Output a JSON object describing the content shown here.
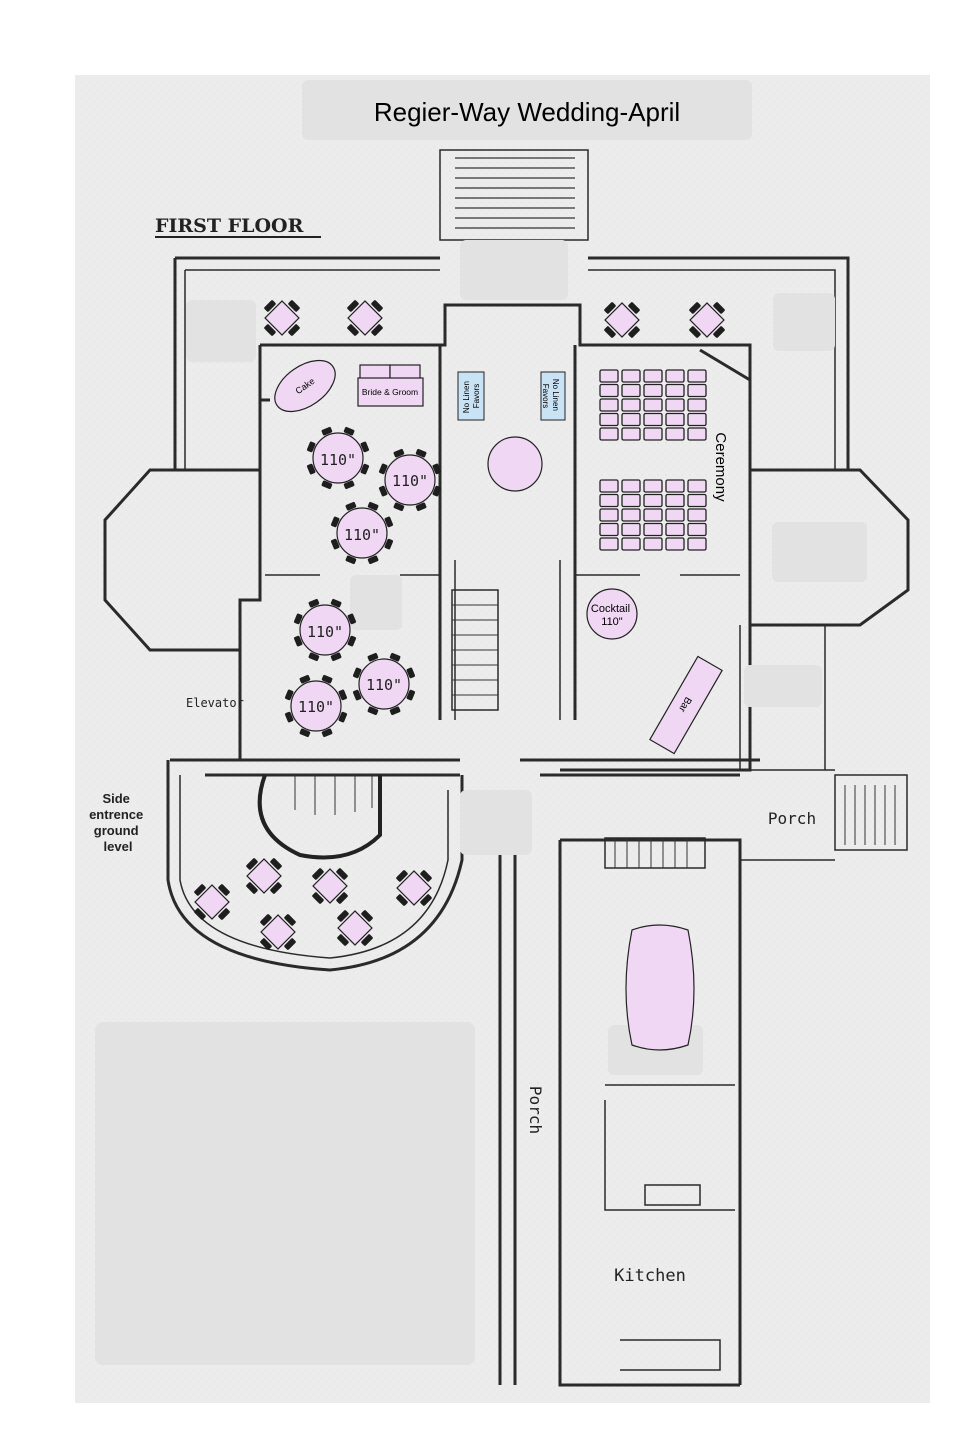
{
  "title": "Regier-Way Wedding-April",
  "floor_label": "FIRST FLOOR",
  "rooms": {
    "elevator": "Elevator",
    "porch_right": "Porch",
    "porch_left": "Porch",
    "kitchen": "Kitchen",
    "side_entrance": [
      "Side",
      "entrence",
      "ground",
      "level"
    ],
    "ceremony": "Ceremony"
  },
  "tables": {
    "cake": "Cake",
    "bride_groom": "Bride & Groom",
    "favors_left": [
      "No Linen",
      "Favors"
    ],
    "favors_right": [
      "No Linen",
      "Favors"
    ],
    "round_labels": [
      "110\"",
      "110\"",
      "110\"",
      "110\"",
      "110\"",
      "110\""
    ],
    "cocktail": [
      "Cocktail",
      "110\""
    ],
    "bar": "Bar"
  },
  "colors": {
    "table_fill": "#f0d8f4",
    "background": "#ececec",
    "blank": "#e2e2e2"
  }
}
